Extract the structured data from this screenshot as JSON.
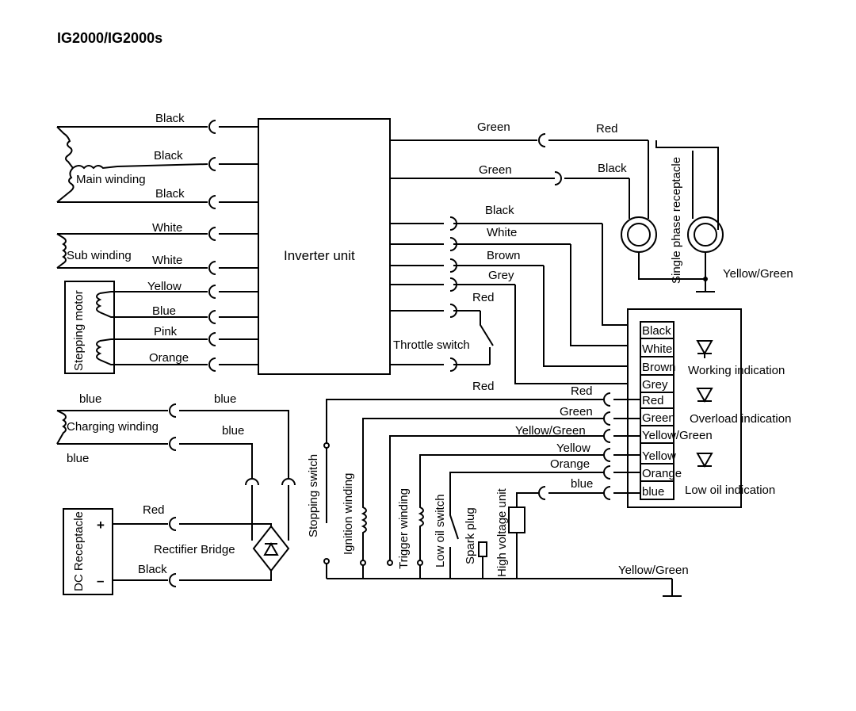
{
  "title": "IG2000/IG2000s",
  "blocks": {
    "inverter": "Inverter unit",
    "main_winding": "Main winding",
    "sub_winding": "Sub winding",
    "stepping_motor": "Stepping motor",
    "charging_winding": "Charging winding",
    "dc_receptacle": "DC Receptacle",
    "rectifier": "Rectifier Bridge",
    "throttle": "Throttle switch",
    "single_phase": "Single phase receptacle",
    "stopping": "Stopping switch",
    "ignition": "Ignition winding",
    "trigger": "Trigger winding",
    "low_oil_switch": "Low oil switch",
    "spark_plug": "Spark plug",
    "hv_unit": "High voltage unit",
    "working": "Working indication",
    "overload": "Overload indication",
    "low_oil_ind": "Low oil indication",
    "plus": "+",
    "minus": "–"
  },
  "wires": {
    "main1": "Black",
    "main2": "Black",
    "main3": "Black",
    "sub1": "White",
    "sub2": "White",
    "step1": "Yellow",
    "step2": "Blue",
    "step3": "Pink",
    "step4": "Orange",
    "out_green1": "Green",
    "out_red": "Red",
    "out_green2": "Green",
    "out_black_r": "Black",
    "o_black": "Black",
    "o_white": "White",
    "o_brown": "Brown",
    "o_grey": "Grey",
    "o_red": "Red",
    "yg_recep": "Yellow/Green",
    "red_mid": "Red",
    "red2": "Red",
    "green2": "Green",
    "yg2": "Yellow/Green",
    "yellow2": "Yellow",
    "orange2": "Orange",
    "blue2": "blue",
    "ch_blue1": "blue",
    "ch_blue2": "blue",
    "ch_blue3": "blue",
    "ch_blue4": "blue",
    "dc_red": "Red",
    "dc_black": "Black",
    "yg_ground": "Yellow/Green"
  },
  "panel": [
    "Black",
    "White",
    "Brown",
    "Grey",
    "Red",
    "Green",
    "Yellow/Green",
    "Yellow",
    "Orange",
    "blue"
  ]
}
